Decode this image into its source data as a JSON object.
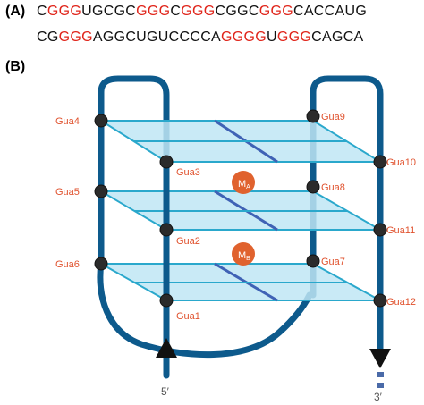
{
  "panel_a": {
    "label": "(A)",
    "line1": [
      {
        "t": "C",
        "g": false
      },
      {
        "t": "GGG",
        "g": true
      },
      {
        "t": "UGCGC",
        "g": false
      },
      {
        "t": "GGG",
        "g": true
      },
      {
        "t": "C",
        "g": false
      },
      {
        "t": "GGG",
        "g": true
      },
      {
        "t": "CGGC",
        "g": false
      },
      {
        "t": "GGG",
        "g": true
      },
      {
        "t": "CACCAUG",
        "g": false
      }
    ],
    "line2": [
      {
        "t": "CG",
        "g": false
      },
      {
        "t": "GGG",
        "g": true
      },
      {
        "t": "AGGCUGUCCCCA",
        "g": false
      },
      {
        "t": "GGGG",
        "g": true
      },
      {
        "t": "U",
        "g": false
      },
      {
        "t": "GGG",
        "g": true
      },
      {
        "t": "CAGCA",
        "g": false
      }
    ]
  },
  "panel_b": {
    "label": "(B)",
    "guanines": {
      "gua1": "Gua1",
      "gua2": "Gua2",
      "gua3": "Gua3",
      "gua4": "Gua4",
      "gua5": "Gua5",
      "gua6": "Gua6",
      "gua7": "Gua7",
      "gua8": "Gua8",
      "gua9": "Gua9",
      "gua10": "Gua10",
      "gua11": "Gua11",
      "gua12": "Gua12"
    },
    "ion_a": {
      "main": "M",
      "sub": "A"
    },
    "ion_b": {
      "main": "M",
      "sub": "B"
    },
    "end_5": "5′",
    "end_3": "3′",
    "colors": {
      "backbone": "#0d5a8c",
      "plane_fill": "#bfe6f5",
      "plane_edge": "#2aa8cc",
      "plane_inner": "#3f62b5",
      "ion": "#e0622e",
      "nucleotide": "#2b2b2b",
      "highlight_g": "#e0251b"
    }
  }
}
